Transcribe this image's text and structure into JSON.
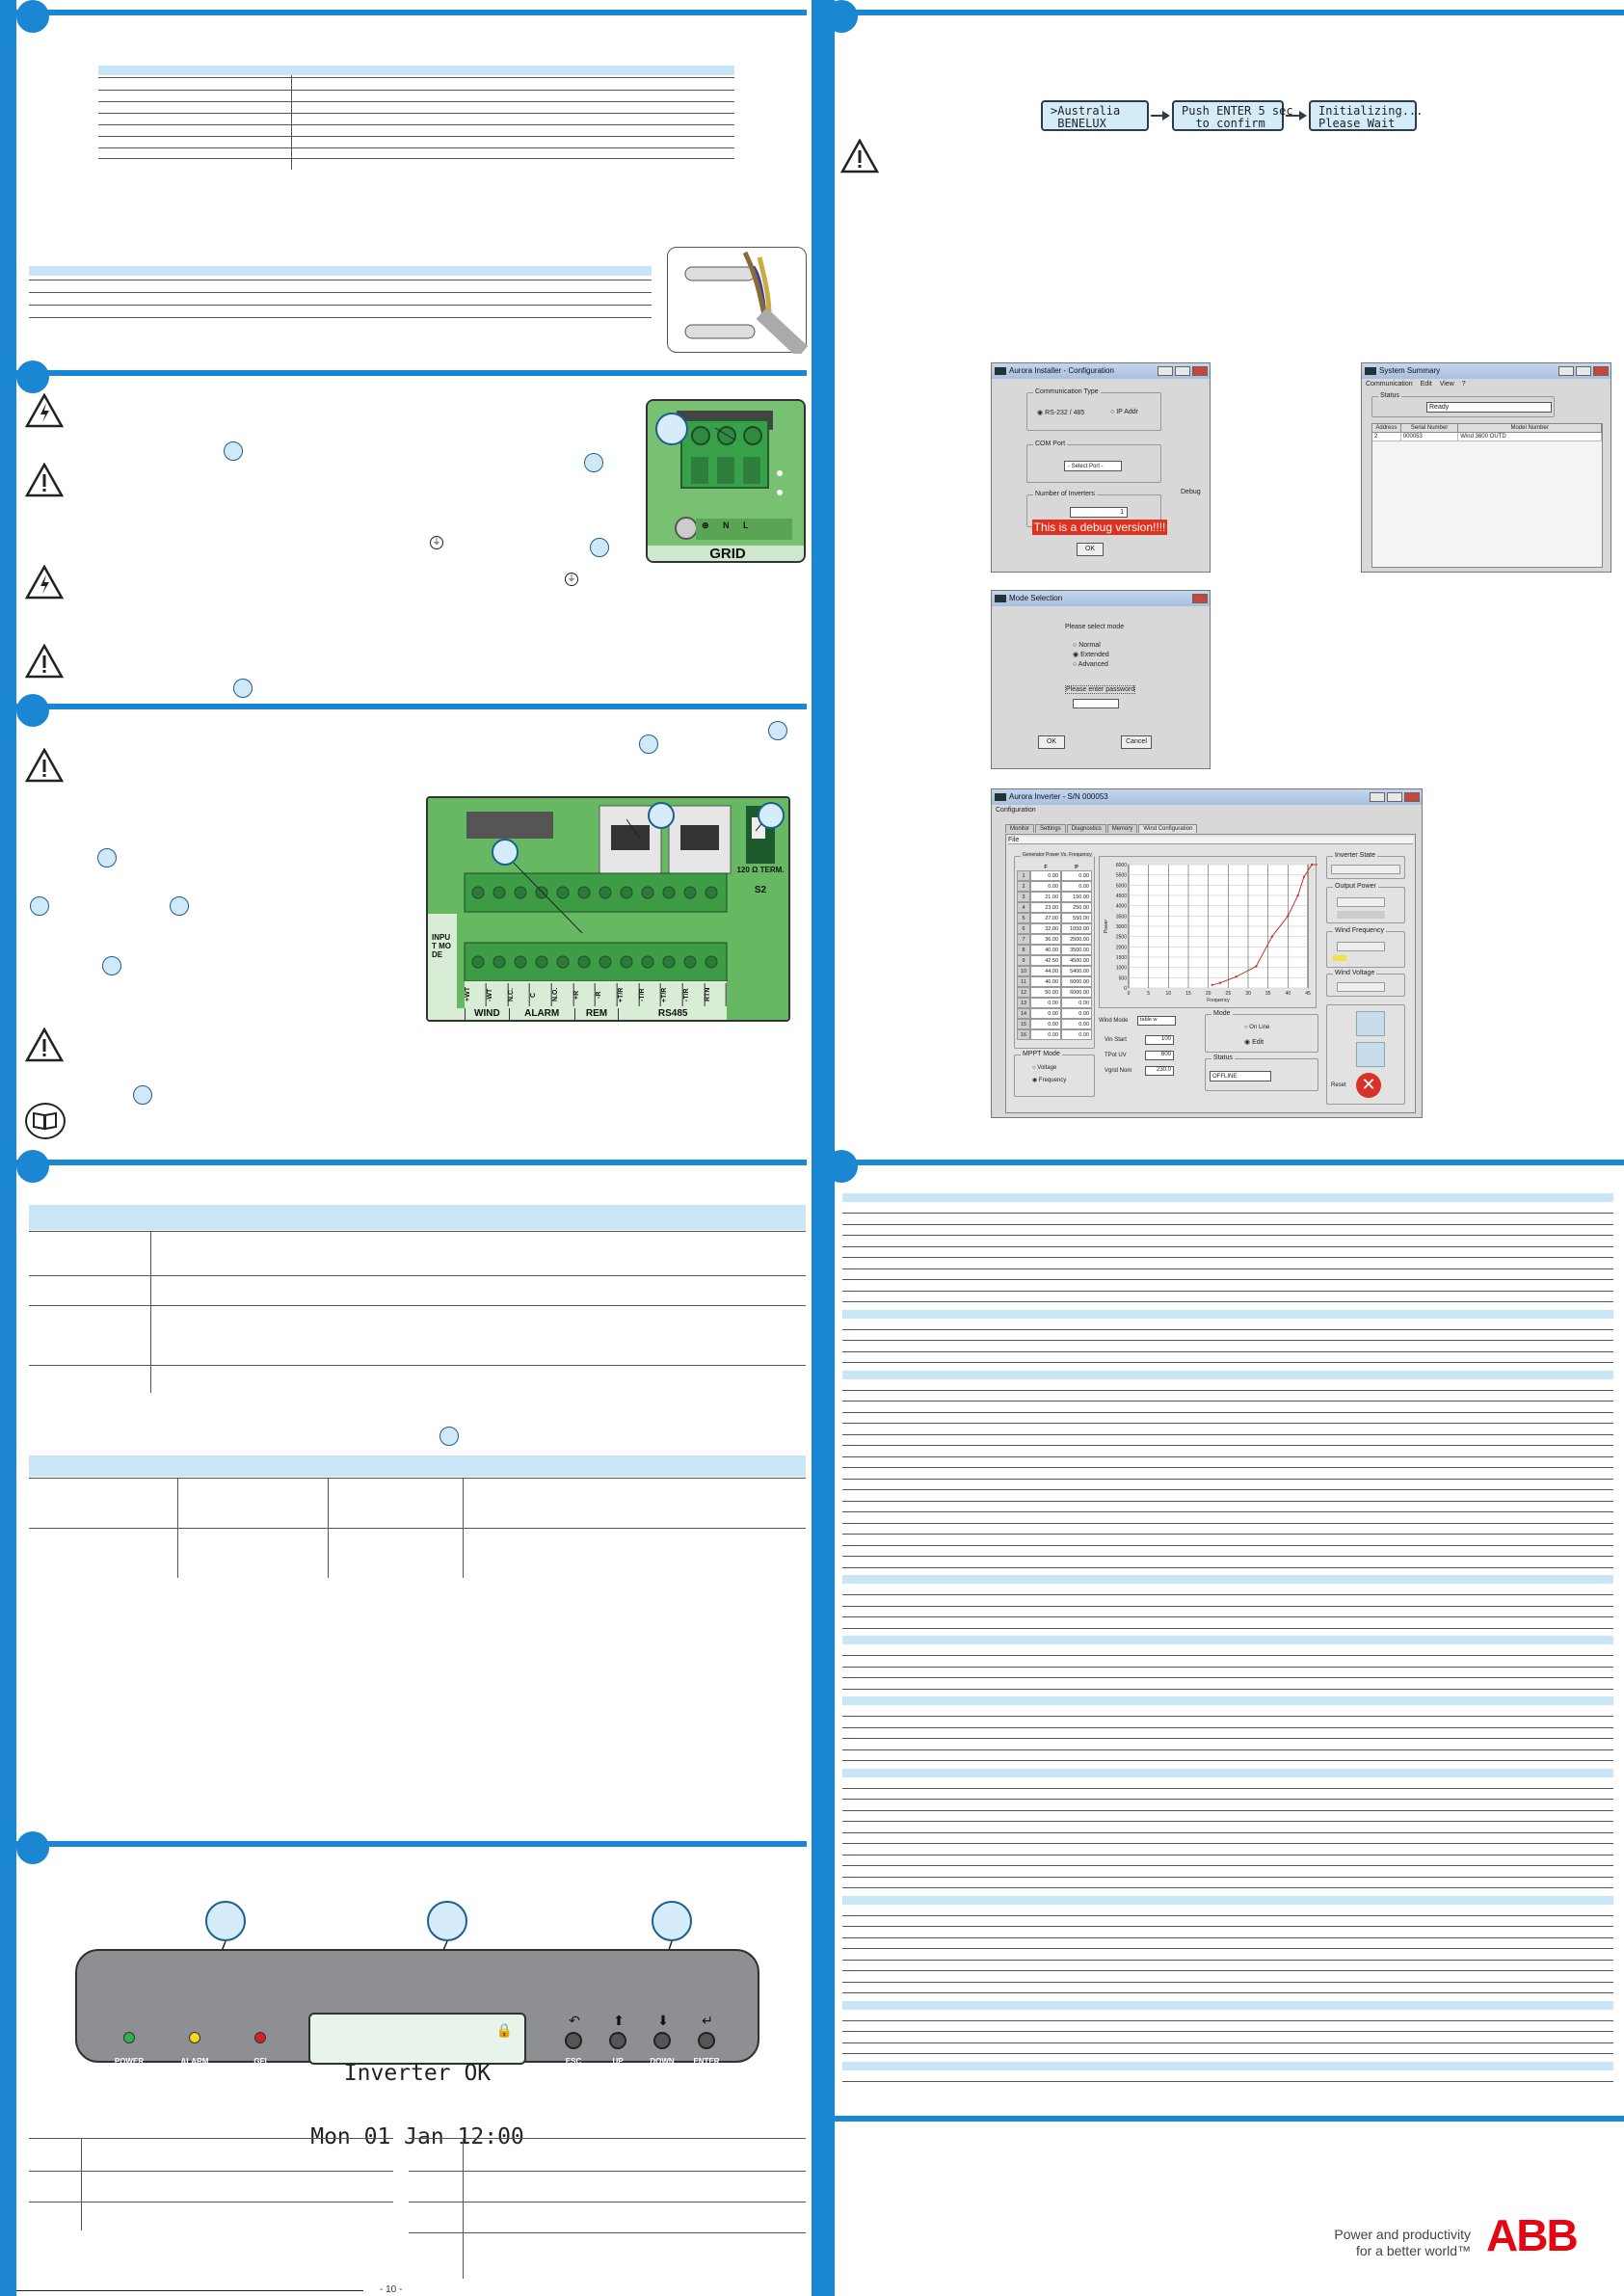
{
  "lcd_flow": {
    "box1": ">Australia\n BENELUX",
    "box2": "Push ENTER 5 sec\n  to confirm",
    "box3": "Initializing...\nPlease Wait"
  },
  "win_installer": {
    "title": "Aurora Installer - Configuration",
    "comm_type_label": "Communication Type",
    "radio_rs232": "RS-232 / 485",
    "radio_ip": "IP Addr",
    "com_port_label": "COM Port",
    "com_select": "- Select Port -",
    "num_inverters_label": "Number of Inverters",
    "num_inverters_value": "1",
    "debug_label": "Debug",
    "debug_banner": "This is a debug version!!!!",
    "ok": "OK"
  },
  "win_summary": {
    "title": "System Summary",
    "menu": [
      "Communication",
      "Edit",
      "View",
      "?"
    ],
    "status_label": "Status",
    "status_value": "Ready",
    "columns": [
      "Address",
      "Serial Number",
      "Model Number"
    ],
    "row": [
      "2",
      "000053",
      "Wind 3600 OUTD"
    ]
  },
  "win_mode": {
    "title": "Mode Selection",
    "prompt": "Please select mode",
    "modes": [
      "Normal",
      "Extended",
      "Advanced"
    ],
    "password_prompt": "Please enter password",
    "ok": "OK",
    "cancel": "Cancel"
  },
  "win_inverter": {
    "title": "Aurora Inverter - S/N 000053",
    "menu": "Configuration",
    "tabs": [
      "Monitor",
      "Settings",
      "Diagnostics",
      "Memory",
      "Wind Configuration"
    ],
    "file_label": "File",
    "table_title": "Generator Power Vs. Frequency",
    "col_f": "F",
    "col_p": "P",
    "rows": [
      [
        "1",
        "0.00",
        "0.00"
      ],
      [
        "2",
        "0.00",
        "0.00"
      ],
      [
        "3",
        "21.00",
        "150.00"
      ],
      [
        "4",
        "23.00",
        "250.00"
      ],
      [
        "5",
        "27.00",
        "550.00"
      ],
      [
        "6",
        "32.00",
        "1050.00"
      ],
      [
        "7",
        "36.00",
        "2500.00"
      ],
      [
        "8",
        "40.00",
        "3500.00"
      ],
      [
        "9",
        "42.50",
        "4500.00"
      ],
      [
        "10",
        "44.00",
        "5400.00"
      ],
      [
        "11",
        "46.00",
        "6000.00"
      ],
      [
        "12",
        "50.00",
        "6000.00"
      ],
      [
        "13",
        "0.00",
        "0.00"
      ],
      [
        "14",
        "0.00",
        "0.00"
      ],
      [
        "15",
        "0.00",
        "0.00"
      ],
      [
        "16",
        "0.00",
        "0.00"
      ]
    ],
    "y_ticks": [
      "6000",
      "5500",
      "5000",
      "4500",
      "4000",
      "3500",
      "3000",
      "2500",
      "2000",
      "1500",
      "1000",
      "500",
      "0"
    ],
    "x_ticks": [
      "0",
      "5",
      "10",
      "15",
      "20",
      "25",
      "30",
      "35",
      "40",
      "45"
    ],
    "x_label": "Frequency",
    "y_label": "Power",
    "wind_mode_label": "Wind Mode",
    "wind_mode_value": "table w",
    "vin_start_label": "Vin Start",
    "vin_start_value": "100",
    "tpot_label": "TPot UV",
    "tpot_value": "600",
    "vgrid_label": "Vgrid Nom",
    "vgrid_value": "230.0",
    "mppt_label": "MPPT Mode",
    "mppt_voltage": "Voltage",
    "mppt_frequency": "Frequency",
    "mode_label": "Mode",
    "mode_online": "On Line",
    "mode_edit": "Edit",
    "status_label": "Status",
    "status_value": "OFFLINE",
    "inverter_state_label": "Inverter State",
    "output_power_label": "Output Power",
    "wind_freq_label": "Wind Frequency",
    "wind_voltage_label": "Wind Voltage",
    "reset_label": "Reset"
  },
  "display_panel": {
    "lcd_line1": "Inverter OK",
    "lcd_line2": "Mon 01 Jan 12:00",
    "led_labels": [
      "POWER",
      "ALARM",
      "GFI"
    ],
    "key_labels": [
      "ESC",
      "UP",
      "DOWN",
      "ENTER"
    ]
  },
  "grid_label": "GRID",
  "terminal_labels": [
    "+WT",
    "-WT",
    "N.C.",
    "C",
    "N.O.",
    "+R",
    "-R",
    "+T/R",
    "-T/R",
    "+T/R",
    "-T/R",
    "RTN"
  ],
  "terminal_groups": [
    "WIND",
    "ALARM",
    "REM",
    "RS485"
  ],
  "terminal_side": "INPUT MODE",
  "term_label": "120 Ω TERM.",
  "s2_label": "S2",
  "footer": {
    "tagline1": "Power and productivity",
    "tagline2": "for a better world™",
    "logo": "ABB",
    "page_no": "- 10 -"
  },
  "colors": {
    "accent": "#1b86d1",
    "header_fill": "#c9e6f7",
    "abb_red": "#e30613"
  }
}
